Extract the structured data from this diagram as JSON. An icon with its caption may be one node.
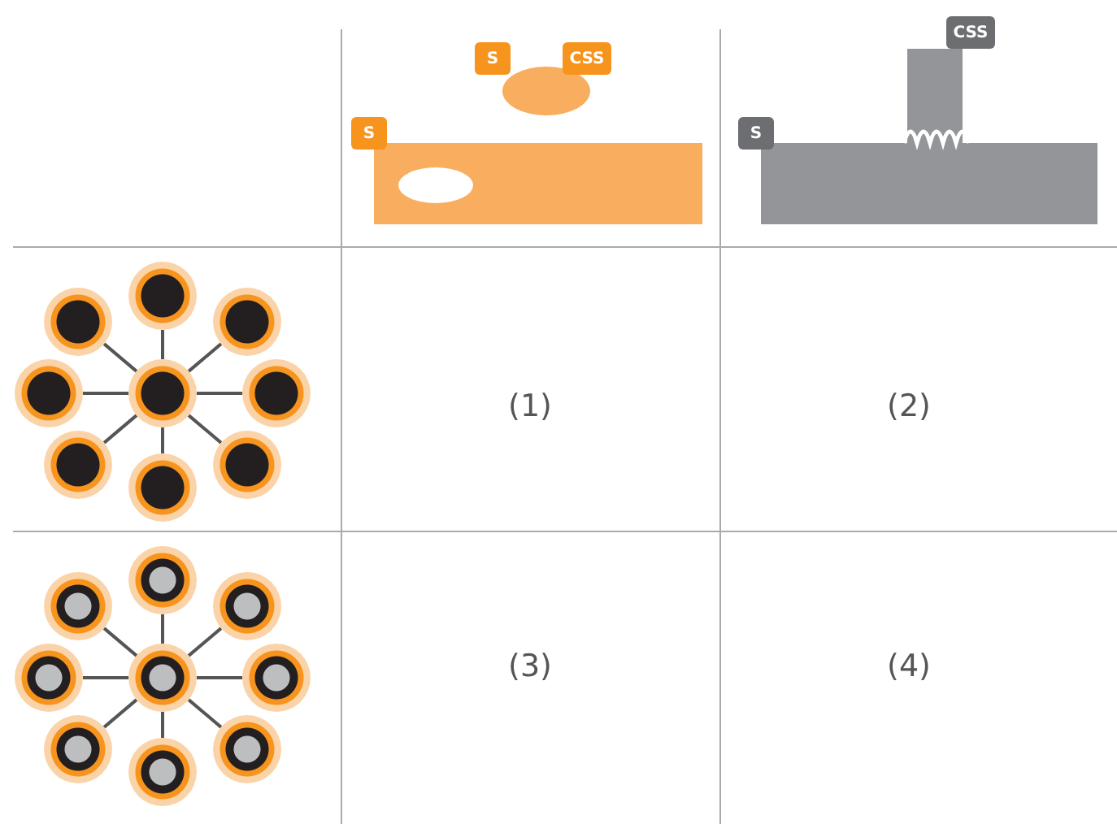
{
  "diagram": {
    "nodes": [
      {
        "text": [
          "S"
        ]
      },
      {
        "text": [
          "CSS"
        ]
      },
      {
        "text": [
          "S"
        ]
      },
      {
        "text": [
          "CSS"
        ]
      },
      {
        "text": [
          "S"
        ]
      },
      {
        "text": [],
        "shape": "circle"
      },
      {
        "text": [],
        "shape": "circle"
      },
      {
        "text": [],
        "shape": "circle"
      },
      {
        "text": [],
        "shape": "circle"
      },
      {
        "text": [],
        "shape": "circle"
      },
      {
        "text": [],
        "shape": "circle"
      },
      {
        "text": [],
        "shape": "circle"
      },
      {
        "text": [],
        "shape": "circle"
      },
      {
        "text": [],
        "shape": "circle"
      },
      {
        "text": [],
        "shape": "circle"
      },
      {
        "text": [],
        "shape": "circle"
      },
      {
        "text": [],
        "shape": "circle"
      },
      {
        "text": [],
        "shape": "circle"
      },
      {
        "text": [],
        "shape": "circle"
      },
      {
        "text": [],
        "shape": "circle"
      },
      {
        "text": [],
        "shape": "circle"
      },
      {
        "text": [],
        "shape": "circle"
      },
      {
        "text": [],
        "shape": "circle"
      }
    ],
    "edges": [
      {
        "from": 9,
        "to": 5,
        "arrow": "none"
      },
      {
        "from": 9,
        "to": 6,
        "arrow": "none"
      },
      {
        "from": 9,
        "to": 7,
        "arrow": "none"
      },
      {
        "from": 9,
        "to": 8,
        "arrow": "none"
      },
      {
        "from": 9,
        "to": 10,
        "arrow": "none"
      },
      {
        "from": 9,
        "to": 11,
        "arrow": "none"
      },
      {
        "from": 9,
        "to": 12,
        "arrow": "none"
      },
      {
        "from": 9,
        "to": 13,
        "arrow": "none"
      },
      {
        "from": 18,
        "to": 14,
        "arrow": "none"
      },
      {
        "from": 18,
        "to": 15,
        "arrow": "none"
      },
      {
        "from": 18,
        "to": 16,
        "arrow": "none"
      },
      {
        "from": 18,
        "to": 17,
        "arrow": "none"
      },
      {
        "from": 18,
        "to": 19,
        "arrow": "none"
      },
      {
        "from": 18,
        "to": 20,
        "arrow": "none"
      },
      {
        "from": 18,
        "to": 21,
        "arrow": "none"
      },
      {
        "from": 18,
        "to": 22,
        "arrow": "none"
      }
    ],
    "labels": [
      "(1)",
      "(2)",
      "(3)",
      "(4)"
    ]
  }
}
